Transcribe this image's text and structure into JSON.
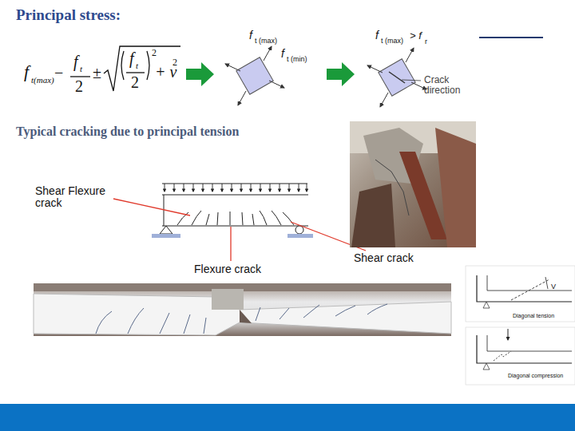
{
  "diagram": {
    "title": "Principal stress:",
    "labels": [
      "f",
      "t(max)",
      "−",
      "f",
      "t",
      "2",
      "±",
      "f",
      "t",
      "2",
      "2",
      "+ ν",
      "2",
      "f",
      "t (max)",
      "f",
      "t (min)",
      "f",
      "t (max)",
      "> f",
      "r",
      "Crack direction",
      "Typical cracking due to principal tension",
      "Shear Flexure crack",
      "Flexure crack",
      "Shear crack",
      "V",
      "Diagonal tension",
      "Diagonal compression"
    ]
  }
}
